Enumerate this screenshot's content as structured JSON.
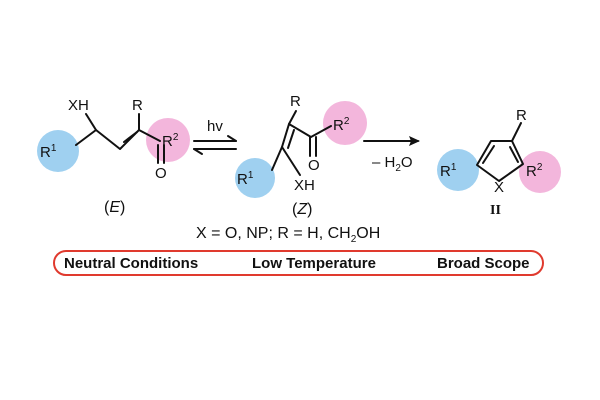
{
  "compound_e": {
    "xh": "XH",
    "r": "R",
    "r1": "R",
    "r1_sup": "1",
    "r2": "R",
    "r2_sup": "2",
    "o": "O",
    "caption_open": "(",
    "caption_letter": "E",
    "caption_close": ")"
  },
  "arrow_1": {
    "label": "hv"
  },
  "compound_z": {
    "r": "R",
    "r1": "R",
    "r1_sup": "1",
    "r2": "R",
    "r2_sup": "2",
    "xh": "XH",
    "o": "O",
    "caption_open": "(",
    "caption_letter": "Z",
    "caption_close": ")"
  },
  "arrow_2": {
    "label_prefix": "– H",
    "label_sub": "2",
    "label_suffix": "O"
  },
  "product": {
    "r": "R",
    "r1": "R",
    "r1_sup": "1",
    "r2": "R",
    "r2_sup": "2",
    "x": "X",
    "caption": "II"
  },
  "conditions": {
    "prefix": "X = O, NP; R = H, CH",
    "sub": "2",
    "suffix": "OH"
  },
  "features": {
    "item1": "Neutral Conditions",
    "item2": "Low Temperature",
    "item3": "Broad Scope"
  },
  "colors": {
    "blue_circle": "#9fd0f0",
    "pink_circle": "#f3b6dc",
    "frame": "#e03a2e"
  }
}
